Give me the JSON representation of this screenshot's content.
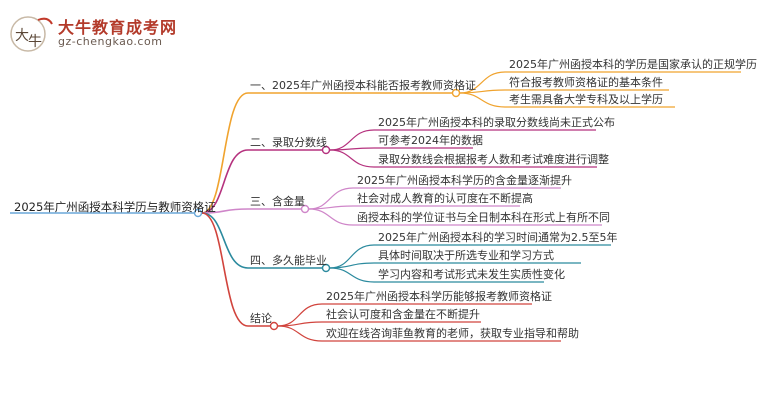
{
  "logo": {
    "brand_cn": "大牛教育成考网",
    "brand_en": "gz-chengkao.com"
  },
  "mindmap": {
    "root": "2025年广州函授本科学历与教师资格证",
    "branches": [
      {
        "label": "一、2025年广州函授本科能否报考教师资格证",
        "color": "#f0a32e",
        "children": [
          "2025年广州函授本科的学历是国家承认的正规学历",
          "符合报考教师资格证的基本条件",
          "考生需具备大学专科及以上学历"
        ]
      },
      {
        "label": "二、录取分数线",
        "color": "#b5327e",
        "children": [
          "2025年广州函授本科的录取分数线尚未正式公布",
          "可参考2024年的数据",
          "录取分数线会根据报考人数和考试难度进行调整"
        ]
      },
      {
        "label": "三、含金量",
        "color": "#cf86c9",
        "children": [
          "2025年广州函授本科学历的含金量逐渐提升",
          "社会对成人教育的认可度在不断提高",
          "函授本科的学位证书与全日制本科在形式上有所不同"
        ]
      },
      {
        "label": "四、多久能毕业",
        "color": "#2b8a9e",
        "children": [
          "2025年广州函授本科的学习时间通常为2.5至5年",
          "具体时间取决于所选专业和学习方式",
          "学习内容和考试形式未发生实质性变化"
        ]
      },
      {
        "label": "结论",
        "color": "#d1443d",
        "children": [
          "2025年广州函授本科学历能够报考教师资格证",
          "社会认可度和含金量在不断提升",
          "欢迎在线咨询菲鱼教育的老师，获取专业指导和帮助"
        ]
      }
    ]
  }
}
